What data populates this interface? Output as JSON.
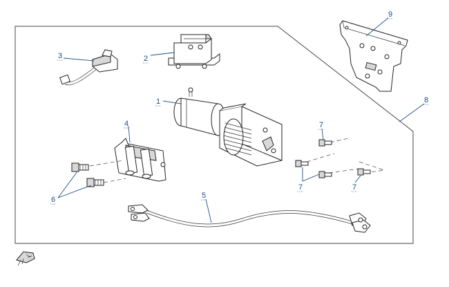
{
  "diagram": {
    "type": "exploded-parts-diagram",
    "callouts": [
      {
        "id": "c1",
        "label": "1"
      },
      {
        "id": "c2",
        "label": "2"
      },
      {
        "id": "c3",
        "label": "3"
      },
      {
        "id": "c4",
        "label": "4"
      },
      {
        "id": "c5",
        "label": "5"
      },
      {
        "id": "c6",
        "label": "6"
      },
      {
        "id": "c7a",
        "label": "7"
      },
      {
        "id": "c7b",
        "label": "7"
      },
      {
        "id": "c7c",
        "label": "7"
      },
      {
        "id": "c8",
        "label": "8"
      },
      {
        "id": "c9",
        "label": "9"
      }
    ],
    "corner_logo": "direction-arrow-icon",
    "accent_color": "#1a4f8a"
  }
}
